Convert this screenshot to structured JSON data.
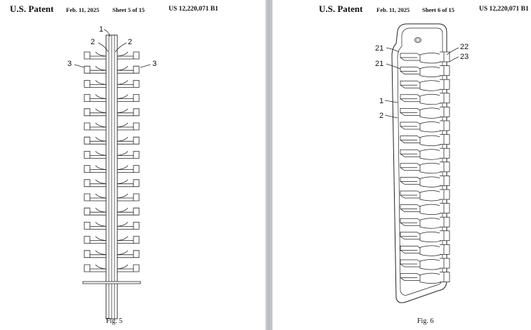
{
  "pages": [
    {
      "header": {
        "title": "U.S. Patent",
        "date": "Feb. 11, 2025",
        "sheet": "Sheet 5 of 15",
        "number": "US 12,220,071 B1"
      },
      "figure_caption": "Fig. 5",
      "labels": {
        "l1": "1",
        "l2a": "2",
        "l2b": "2",
        "l3a": "3",
        "l3b": "3"
      }
    },
    {
      "header": {
        "title": "U.S. Patent",
        "date": "Feb. 11, 2025",
        "sheet": "Sheet 6 of 15",
        "number": "US 12,220,071 B1"
      },
      "figure_caption": "Fig. 6",
      "labels": {
        "l21a": "21",
        "l21b": "21",
        "l22": "22",
        "l23": "23",
        "l1": "1",
        "l2": "2"
      }
    }
  ]
}
